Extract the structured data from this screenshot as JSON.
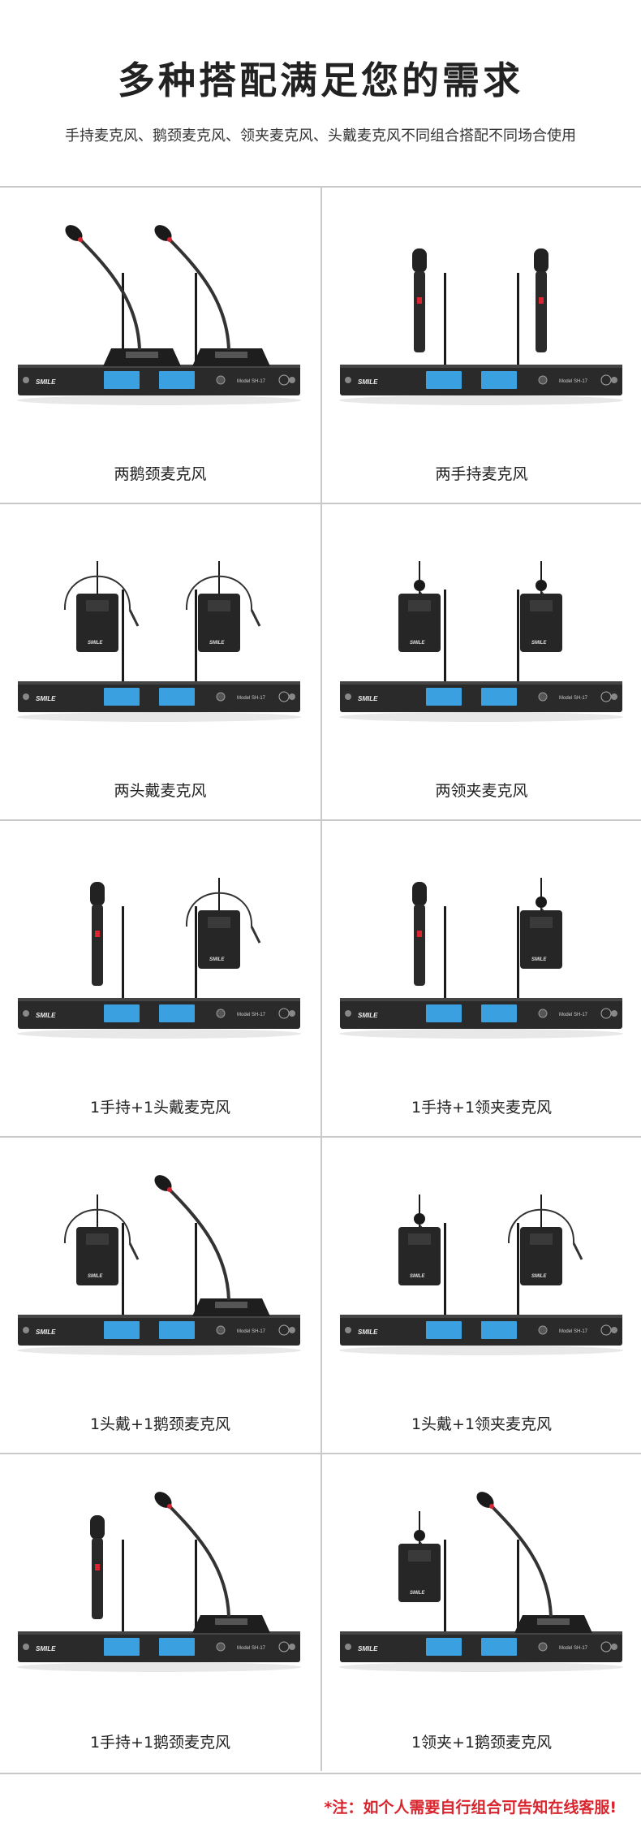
{
  "header": {
    "title": "多种搭配满足您的需求",
    "subtitle": "手持麦克风、鹅颈麦克风、领夹麦克风、头戴麦克风不同组合搭配不同场合使用"
  },
  "products": [
    {
      "label": "两鹅颈麦克风",
      "left": "gooseneck",
      "right": "gooseneck"
    },
    {
      "label": "两手持麦克风",
      "left": "handheld",
      "right": "handheld"
    },
    {
      "label": "两头戴麦克风",
      "left": "headset",
      "right": "headset"
    },
    {
      "label": "两领夹麦克风",
      "left": "lavalier",
      "right": "lavalier"
    },
    {
      "label": "1手持+1头戴麦克风",
      "left": "handheld",
      "right": "headset"
    },
    {
      "label": "1手持+1领夹麦克风",
      "left": "handheld",
      "right": "lavalier"
    },
    {
      "label": "1头戴+1鹅颈麦克风",
      "left": "headset",
      "right": "gooseneck"
    },
    {
      "label": "1头戴+1领夹麦克风",
      "left": "lavalier",
      "right": "headset"
    },
    {
      "label": "1手持+1鹅颈麦克风",
      "left": "handheld",
      "right": "gooseneck"
    },
    {
      "label": "1领夹+1鹅颈麦克风",
      "left": "lavalier",
      "right": "gooseneck"
    }
  ],
  "receiver": {
    "brand": "SMILE",
    "model": "Model SH-17"
  },
  "footer": {
    "note": "*注：如个人需要自行组合可告知在线客服!"
  },
  "colors": {
    "accent": "#d9252e",
    "device": "#2a2a2a",
    "screen": "#3aa0e0",
    "border": "#c9c9c9"
  }
}
